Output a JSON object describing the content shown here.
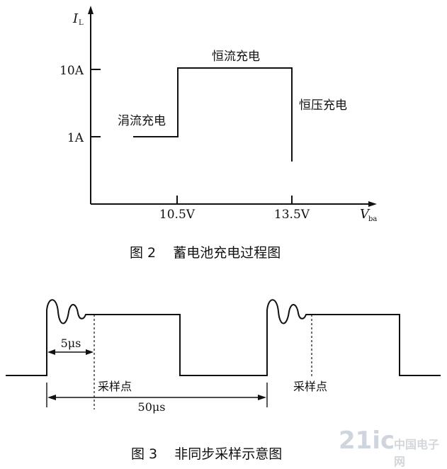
{
  "figure2": {
    "y_axis_label": "I",
    "y_axis_sub": "L",
    "x_axis_label": "V",
    "x_axis_sub": "ba",
    "y_ticks": [
      "10A",
      "1A"
    ],
    "x_ticks": [
      "10.5V",
      "13.5V"
    ],
    "stage_trickle": "涓流充电",
    "stage_constant_current": "恒流充电",
    "stage_constant_voltage": "恒压充电",
    "caption": "图 2    蓄电池充电过程图"
  },
  "figure3": {
    "pulse_width_label": "5μs",
    "period_label": "50μs",
    "sample_point_1": "采样点",
    "sample_point_2": "采样点",
    "caption": "图 3    非同步采样示意图"
  },
  "watermark": {
    "main": "21ic",
    "sub": "中国电子网"
  }
}
